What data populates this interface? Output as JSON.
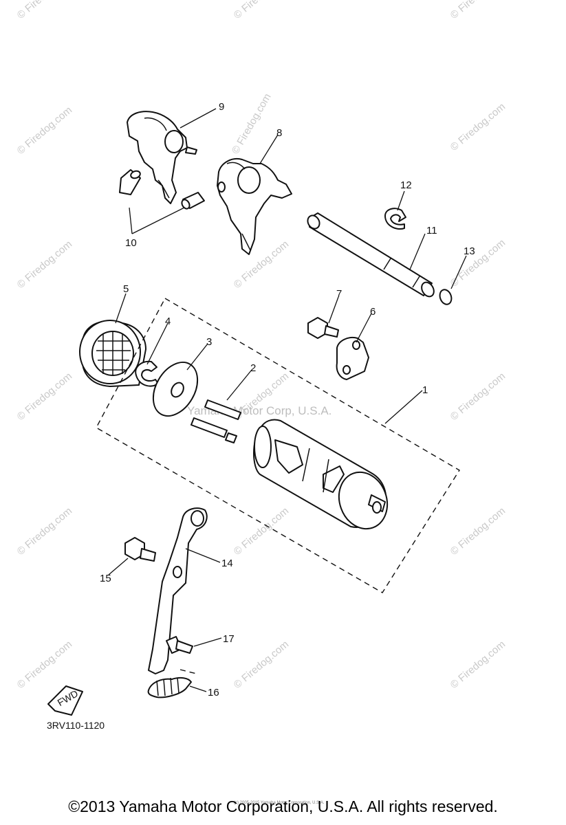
{
  "diagram": {
    "watermark_text": "© Firedog.com",
    "center_watermark": "Yamaha Motor Corp, U.S.A.",
    "diagram_code": "3RV110-1120",
    "fwd_label": "FWD",
    "small_notice": "(c) 2005-2015 Yamaha Motor Corporation, U.S.A.",
    "copyright": "©2013 Yamaha Motor Corporation, U.S.A. All rights reserved.",
    "part_numbers": [
      "1",
      "2",
      "3",
      "4",
      "5",
      "6",
      "7",
      "8",
      "9",
      "10",
      "11",
      "12",
      "13",
      "14",
      "15",
      "16",
      "17"
    ]
  }
}
